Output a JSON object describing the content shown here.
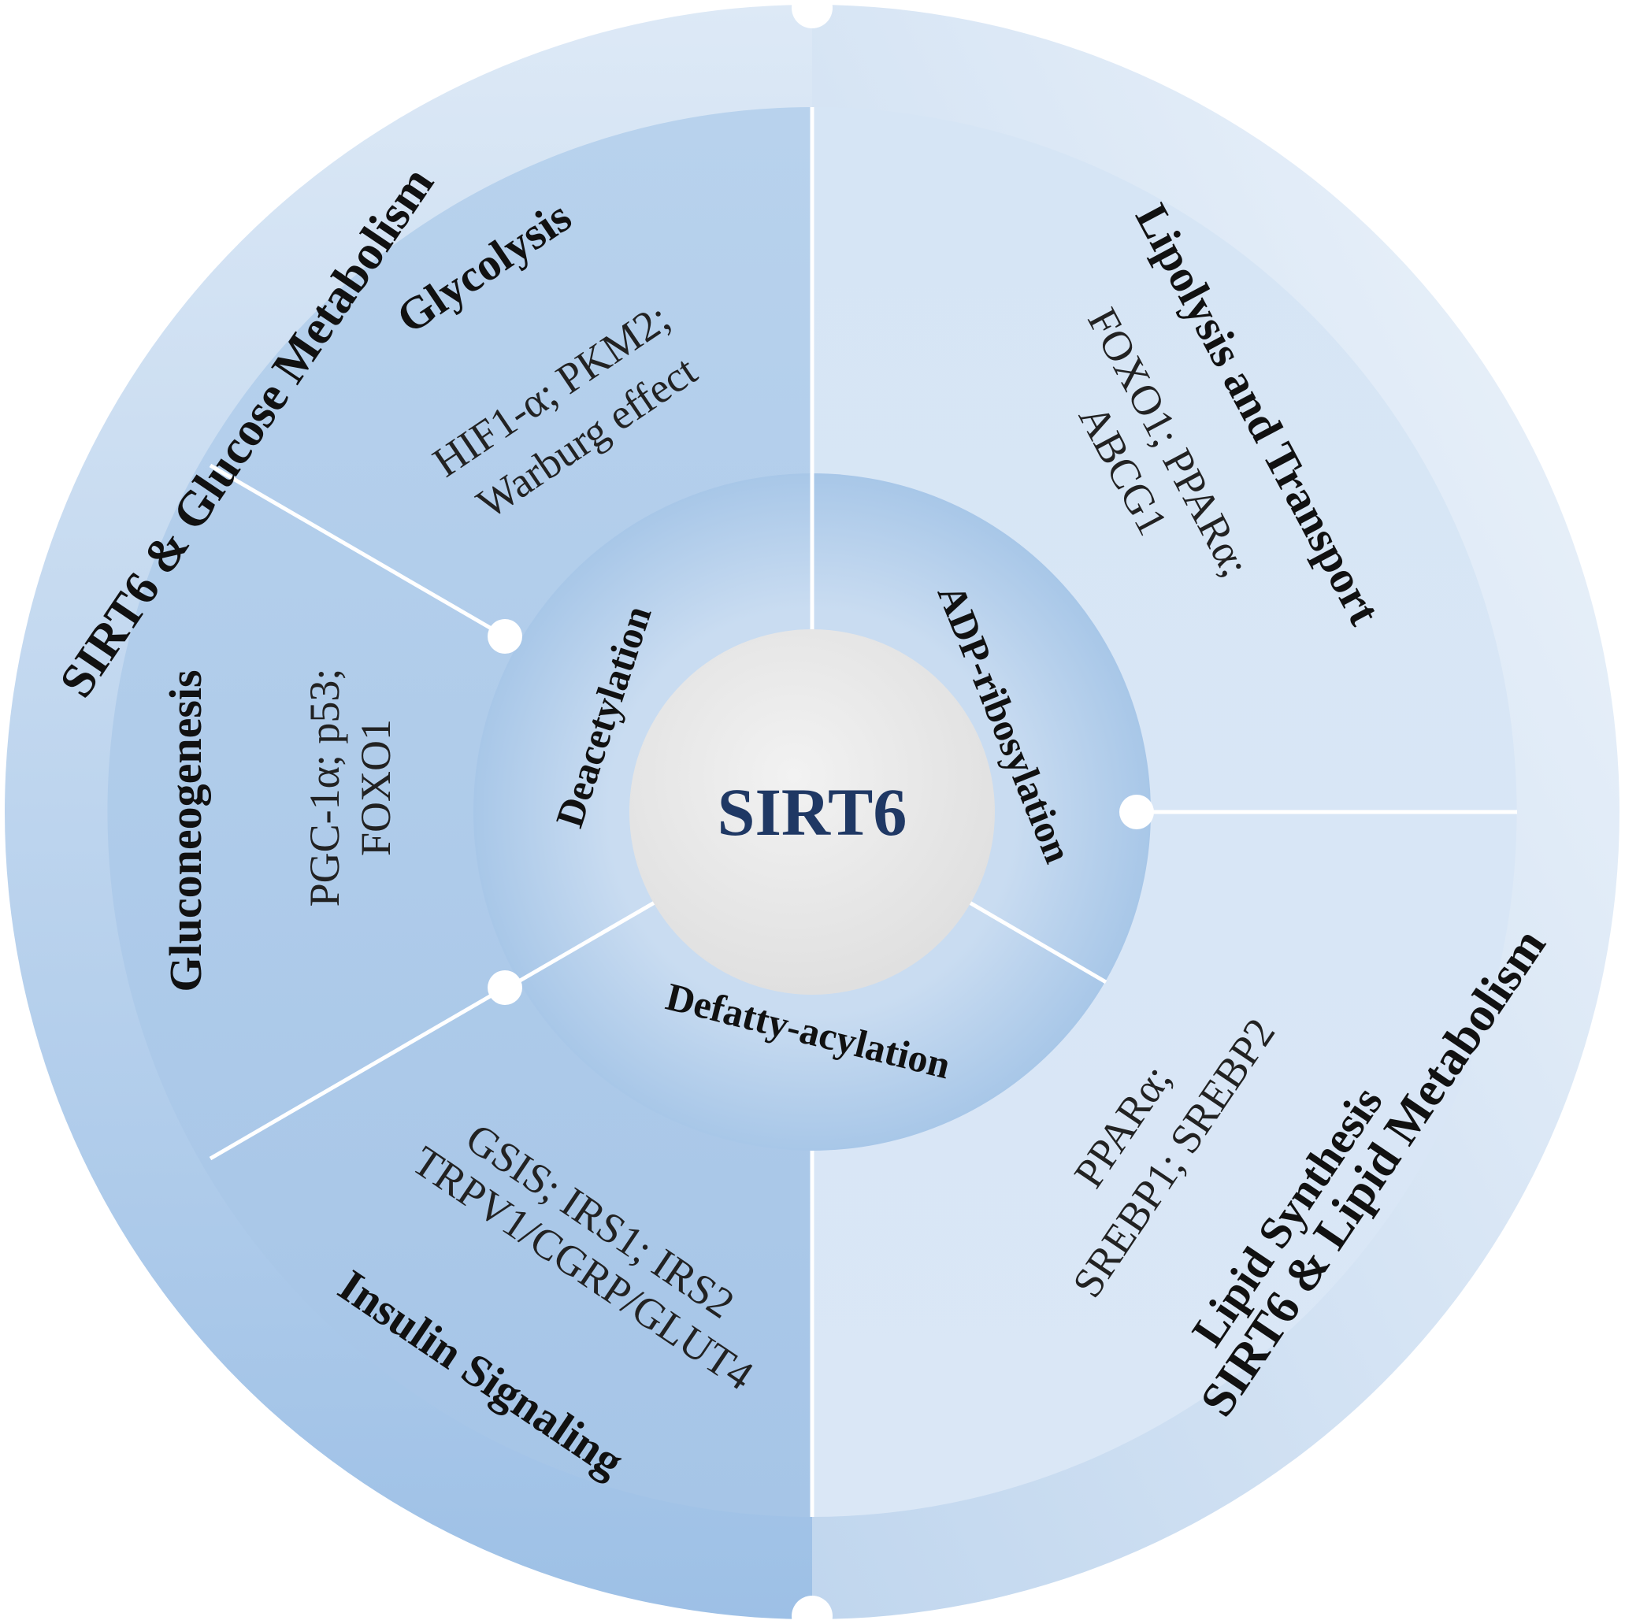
{
  "center": {
    "label": "SIRT6"
  },
  "mechanisms": {
    "deacetylation": "Deacetylation",
    "adp_ribosylation": "ADP-ribosylation",
    "defatty_acylation": "Defatty-acylation"
  },
  "outer_titles": {
    "glucose": "SIRT6 & Glucose Metabolism",
    "lipid": "SIRT6  & Lipid Metabolism"
  },
  "segments": {
    "glycolysis": {
      "title": "Glycolysis",
      "line1": "HIF1-α; PKM2;",
      "line2": "Warburg effect"
    },
    "gluconeogenesis": {
      "title": "Gluconeogenesis",
      "line1": "PGC-1α; p53;",
      "line2": "FOXO1"
    },
    "insulin": {
      "title": "Insulin Signaling",
      "line1": "GSIS; IRS1; IRS2",
      "line2": "TRPV1/CGRP/GLUT4"
    },
    "lipolysis": {
      "title": "Lipolysis and Transport",
      "line1": "FOXO1; PPARα;",
      "line2": "ABCG1"
    },
    "lipid_synthesis": {
      "title": "Lipid Synthesis",
      "line1": "PPARα;",
      "line2": "SREBP1; SREBP2"
    }
  },
  "colors": {
    "outer_ring": "#c3d8ee",
    "glucose_sector": "#b3cfeb",
    "lipid_sector": "#d3e3f4",
    "inner_ring": "#b5d0ec",
    "center_fill": "#e8e8e8",
    "center_text": "#1f3864"
  }
}
